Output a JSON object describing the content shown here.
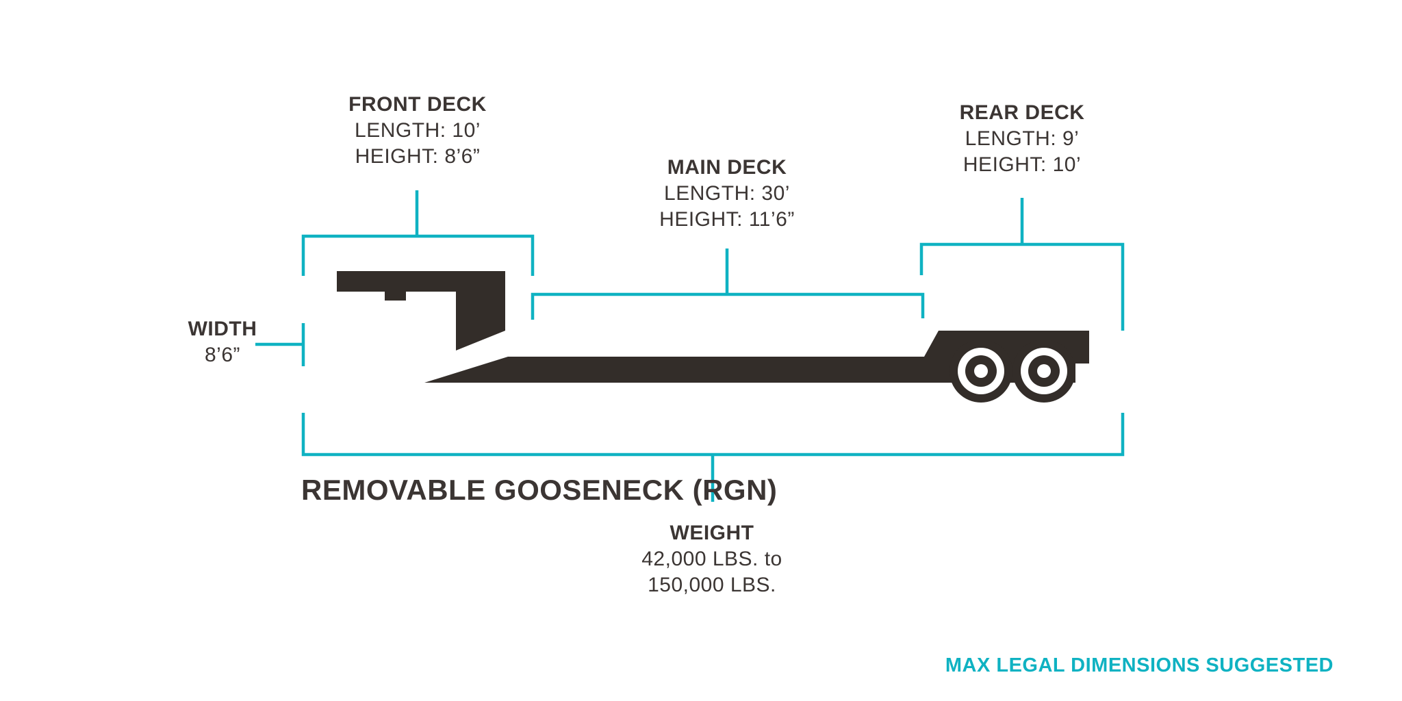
{
  "colors": {
    "accent": "#0fb2c2",
    "trailer_dark": "#332d29",
    "text_dark": "#3b3533",
    "background": "#ffffff"
  },
  "diagram": {
    "title": "REMOVABLE GOOSENECK (RGN)",
    "footer_note": "MAX LEGAL DIMENSIONS SUGGESTED",
    "labels": {
      "front_deck": {
        "title": "FRONT DECK",
        "length": "LENGTH: 10’",
        "height": "HEIGHT: 8’6”"
      },
      "main_deck": {
        "title": "MAIN DECK",
        "length": "LENGTH: 30’",
        "height": "HEIGHT: 11’6”"
      },
      "rear_deck": {
        "title": "REAR DECK",
        "length": "LENGTH: 9’",
        "height": "HEIGHT: 10’"
      },
      "width": {
        "title": "WIDTH",
        "value": "8’6”"
      },
      "weight": {
        "title": "WEIGHT",
        "value_line1": "42,000 LBS. to",
        "value_line2": "150,000 LBS."
      }
    }
  }
}
